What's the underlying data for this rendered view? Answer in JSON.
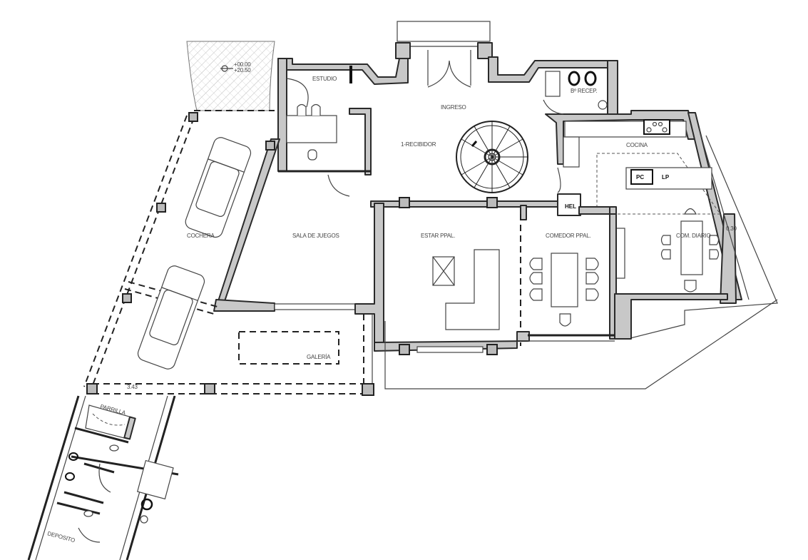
{
  "plan": {
    "rooms": {
      "estudio": "ESTUDIO",
      "ingreso": "INGRESO",
      "recibidor": "1-RECIBIDOR",
      "bano_recepcion": "Bº RECEP.",
      "cocina": "COCINA",
      "cochera": "COCHERA",
      "sala_juegos": "SALA DE JUEGOS",
      "estar": "ESTAR PPAL.",
      "comedor": "COMEDOR PPAL.",
      "comedor_diario": "COM. DIARIO",
      "galeria": "GALERÍA",
      "parrilla": "PARRILLA",
      "deposito": "DEPOSITO"
    },
    "fixtures": {
      "pc": "PC",
      "lp": "LP",
      "hel": "HEL"
    },
    "dimensions": {
      "galeria_width": "3.43",
      "wall_offset": "0.30"
    },
    "levels": {
      "upper": "+00.00",
      "lower": "+20.50"
    }
  }
}
